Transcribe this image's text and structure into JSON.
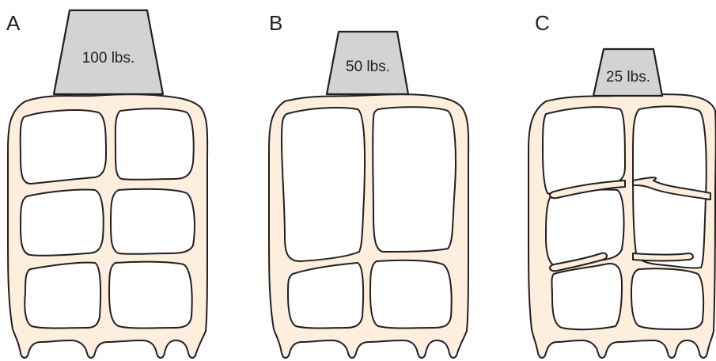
{
  "panels": [
    {
      "letter": "A",
      "weight_label": "100 lbs."
    },
    {
      "letter": "B",
      "weight_label": "50 lbs."
    },
    {
      "letter": "C",
      "weight_label": "25 lbs."
    }
  ],
  "colors": {
    "bone": "#fdeedd",
    "weight": "#d1d3d4",
    "outline": "#231f20"
  }
}
